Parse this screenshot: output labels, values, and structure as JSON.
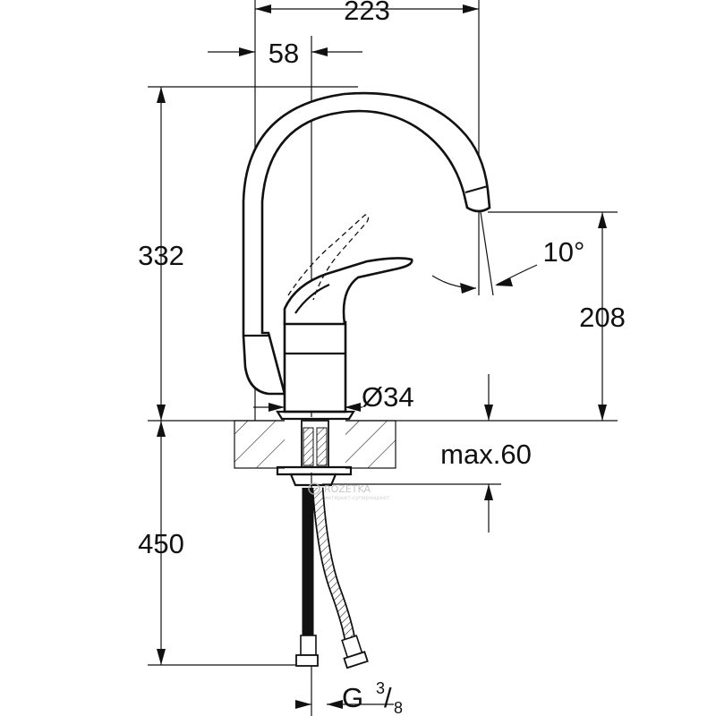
{
  "dimensions": {
    "overall_width": "223",
    "spout_offset": "58",
    "total_height": "332",
    "spout_angle": "10°",
    "outlet_height": "208",
    "base_diameter": "Ø34",
    "max_thickness": "max.60",
    "hose_length": "450",
    "thread_prefix": "G ",
    "thread_num": "3",
    "thread_den": "8"
  },
  "watermark": {
    "brand": "ROZETKA",
    "tagline": "интернет-супермаркет"
  },
  "colors": {
    "line": "#111111",
    "background": "#ffffff",
    "watermark": "#b8b8b8"
  }
}
